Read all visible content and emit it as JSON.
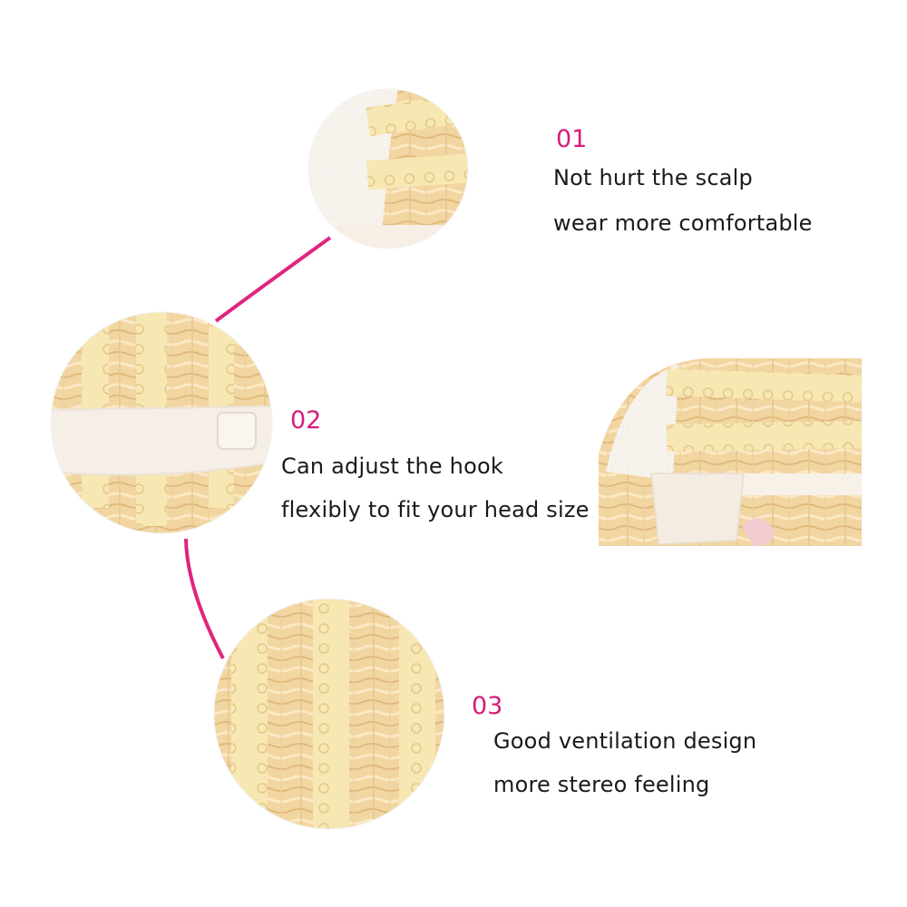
{
  "accent_color": "#d81b7a",
  "photo_tone": "#f0d49e",
  "features": [
    {
      "number": "01",
      "line1": "Not hurt the scalp",
      "line2": "wear more comfortable"
    },
    {
      "number": "02",
      "line1": "Can adjust the hook",
      "line2": "flexibly to fit your head size"
    },
    {
      "number": "03",
      "line1": "Good ventilation design",
      "line2": "more stereo feeling"
    }
  ]
}
